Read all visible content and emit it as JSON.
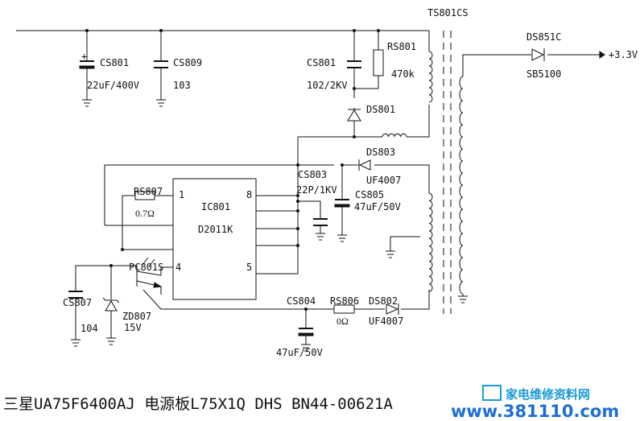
{
  "labels": {
    "ts801cs": "TS801CS",
    "ds851c": "DS851C",
    "sb5100": "SB5100",
    "out_33v": "+3.3V",
    "cs801_a": "CS801",
    "cs801_a_val": "22uF/400V",
    "cs809": "CS809",
    "cs809_val": "103",
    "cs801_b": "CS801",
    "cs801_b_val": "102/2KV",
    "rs801": "RS801",
    "rs801_val": "470k",
    "ds801": "DS801",
    "ds803": "DS803",
    "ds803_val": "UF4007",
    "cs803": "CS803",
    "cs803_val": "22P/1KV",
    "cs805": "CS805",
    "cs805_val": "47uF/50V",
    "rs807": "RS807",
    "rs807_val": "0.7Ω",
    "ic801": "IC801",
    "ic801_part": "D2011K",
    "pin1": "1",
    "pin8": "8",
    "pin4": "4",
    "pin5": "5",
    "pc801s": "PC801S",
    "cs807": "CS807",
    "cs807_val": "104",
    "zd807": "ZD807",
    "zd807_val": "15V",
    "cs804": "CS804",
    "cs804_val": "47uF/50V",
    "rs806": "RS806",
    "rs806_val": "0Ω",
    "ds802": "DS802",
    "ds802_val": "UF4007"
  },
  "footer": {
    "caption": "三星UA75F6400AJ 电源板L75X1Q DHS BN44-00621A"
  },
  "watermark": {
    "line1": "家电维修资料网",
    "line2": "www.381110.com"
  },
  "colors": {
    "ink": "#111111",
    "watermark_light": "#1a9ad6",
    "watermark_dark": "#1e6fd0"
  }
}
